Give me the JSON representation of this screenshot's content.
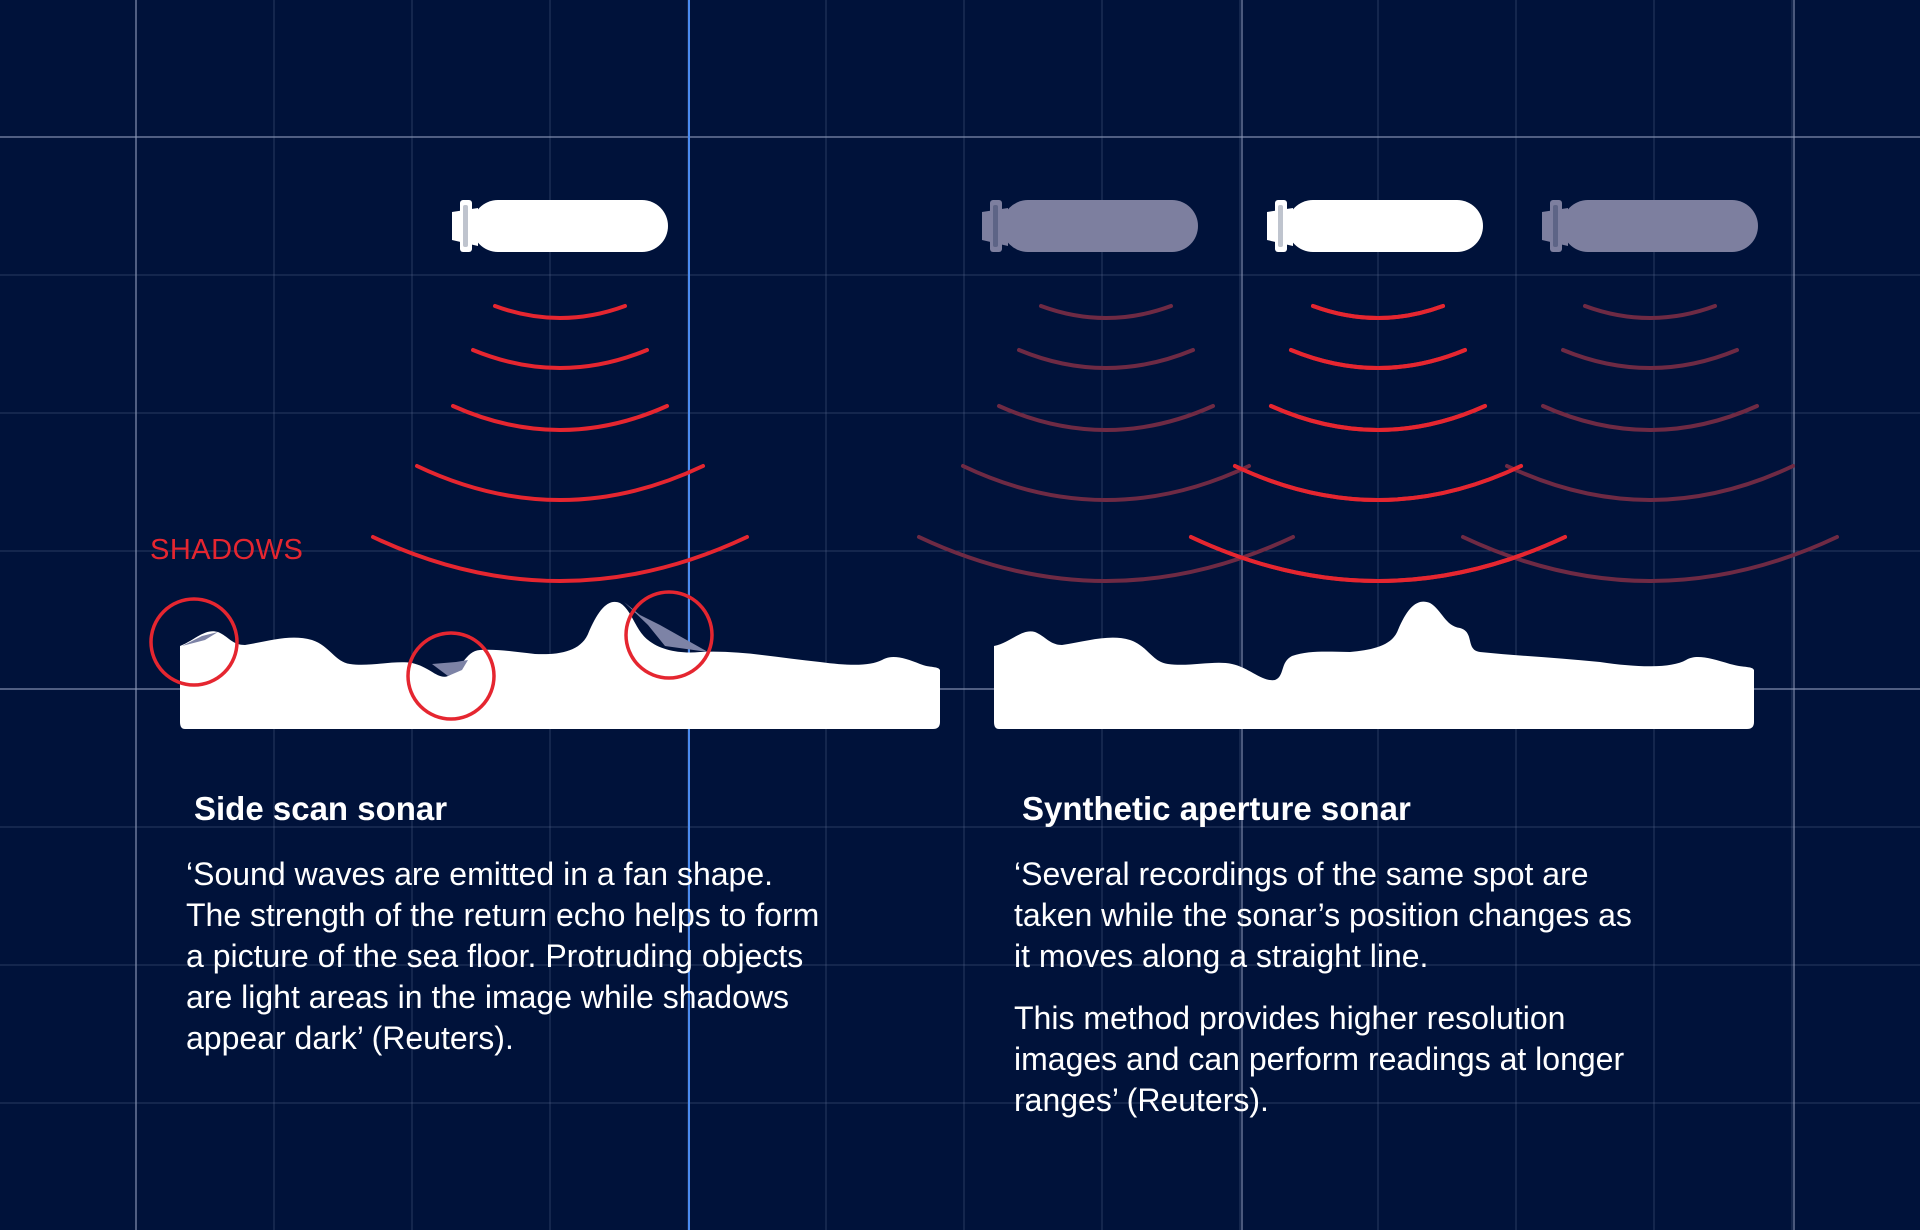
{
  "colors": {
    "background": "#00123a",
    "grid_line": "#5a6a8e",
    "highlight_line": "#4a8bf0",
    "wave_active": "#e52630",
    "wave_faded": "#6e2a44",
    "seafloor": "#ffffff",
    "shadow_fill": "#7d83a6",
    "vehicle_active": "#ffffff",
    "vehicle_faded": "#7d7f9f"
  },
  "annotation": {
    "shadows_label": "SHADOWS"
  },
  "side_scan": {
    "title": "Side scan sonar",
    "paragraphs": [
      "‘Sound waves are emitted in a fan shape. The strength of the return echo helps to form a picture of the sea floor. Protruding objects are light areas in the image while shadows appear dark’ (Reuters)."
    ]
  },
  "synthetic_aperture": {
    "title": "Synthetic aperture sonar",
    "paragraphs": [
      "‘Several recordings of the same spot are taken while the sonar’s position changes as it moves along a straight line.",
      "This method provides higher resolution images and can perform readings at longer ranges’ (Reuters)."
    ]
  },
  "icons": {
    "vehicle": "underwater-vehicle-icon",
    "wave": "sonar-wave-arc",
    "shadow_marker": "shadow-circle-marker"
  }
}
